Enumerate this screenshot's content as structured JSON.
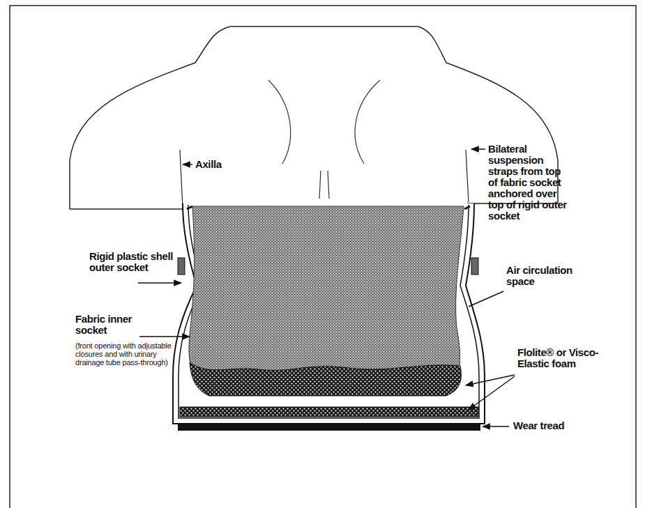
{
  "diagram": {
    "labels": [
      "Axilla",
      "Bilateral suspension straps from top of fabric socket anchored over top of rigid outer socket",
      "Rigid plastic shell outer socket",
      "Air circulation space",
      "Fabric inner socket",
      "(front opening with adjustable closures and with urinary drainage tube pass-through)",
      "Flolite® or Visco-Elastic foam",
      "Wear tread"
    ]
  }
}
